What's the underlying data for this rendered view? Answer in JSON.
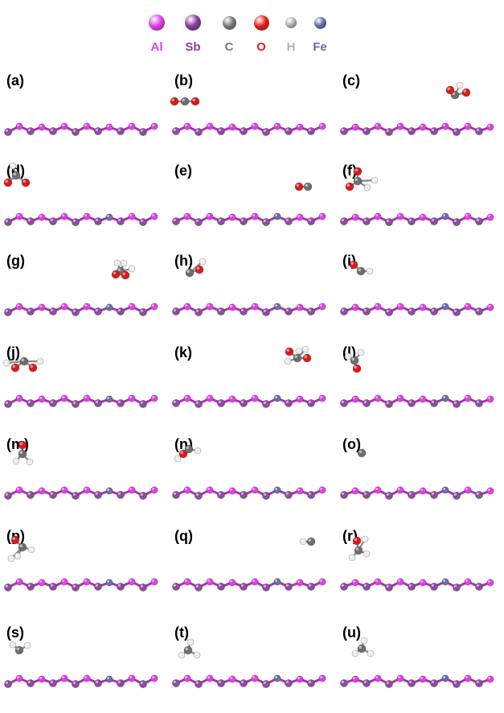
{
  "legend": [
    {
      "symbol": "Al",
      "color": "#e040e8"
    },
    {
      "symbol": "Sb",
      "color": "#8c3c9c"
    },
    {
      "symbol": "C",
      "color": "#7a7a7a"
    },
    {
      "symbol": "O",
      "color": "#e61c1c"
    },
    {
      "symbol": "H",
      "color": "#b4b4b4"
    },
    {
      "symbol": "Fe",
      "color": "#6a6aa4"
    }
  ],
  "colors": {
    "Al": "#e040e8",
    "Sb": "#8e4ca0",
    "C": "#6e6e6e",
    "O": "#dd1a1a",
    "H": "#eeeeee",
    "Fe": "#6e6ea8",
    "bond": "#8a3a98"
  },
  "panels": [
    {
      "label": "(a)",
      "species": "",
      "atoms": []
    },
    {
      "label": "(b)",
      "species": "CO2",
      "atoms": [
        "O",
        "C",
        "O"
      ]
    },
    {
      "label": "(c)",
      "species": "COOH",
      "atoms": [
        "C",
        "O",
        "O",
        "H"
      ]
    },
    {
      "label": "(d)",
      "species": "HCOO",
      "atoms": [
        "H",
        "C",
        "O",
        "O"
      ]
    },
    {
      "label": "(e)",
      "species": "CO",
      "atoms": [
        "O",
        "C"
      ]
    },
    {
      "label": "(f)",
      "species": "HCOOH",
      "atoms": [
        "O",
        "C",
        "O",
        "H",
        "H"
      ]
    },
    {
      "label": "(g)",
      "species": "H2COOH",
      "atoms": [
        "C",
        "O",
        "O",
        "H",
        "H",
        "H"
      ]
    },
    {
      "label": "(h)",
      "species": "COH",
      "atoms": [
        "C",
        "O",
        "H"
      ]
    },
    {
      "label": "(i)",
      "species": "CHO",
      "atoms": [
        "O",
        "C",
        "H"
      ]
    },
    {
      "label": "(j)",
      "species": "H2COO",
      "atoms": [
        "O",
        "C",
        "O",
        "H",
        "H"
      ]
    },
    {
      "label": "(k)",
      "species": "H2COOH",
      "atoms": [
        "C",
        "O",
        "O",
        "H",
        "H",
        "H"
      ]
    },
    {
      "label": "(l)",
      "species": "H2CO",
      "atoms": [
        "C",
        "O",
        "H",
        "H"
      ]
    },
    {
      "label": "(m)",
      "species": "H2CO",
      "atoms": [
        "O",
        "C",
        "H",
        "H"
      ]
    },
    {
      "label": "(n)",
      "species": "HCOH",
      "atoms": [
        "O",
        "C",
        "H",
        "H"
      ]
    },
    {
      "label": "(o)",
      "species": "C",
      "atoms": [
        "C"
      ]
    },
    {
      "label": "(p)",
      "species": "H2COH",
      "atoms": [
        "O",
        "C",
        "H",
        "H",
        "H"
      ]
    },
    {
      "label": "(q)",
      "species": "CH",
      "atoms": [
        "C",
        "H"
      ]
    },
    {
      "label": "(r)",
      "species": "H2COH",
      "atoms": [
        "O",
        "C",
        "H",
        "H",
        "H"
      ]
    },
    {
      "label": "(s)",
      "species": "CH2",
      "atoms": [
        "C",
        "H",
        "H"
      ]
    },
    {
      "label": "(t)",
      "species": "CH3",
      "atoms": [
        "C",
        "H",
        "H",
        "H"
      ]
    },
    {
      "label": "(u)",
      "species": "CH3",
      "atoms": [
        "C",
        "H",
        "H",
        "H"
      ]
    }
  ]
}
